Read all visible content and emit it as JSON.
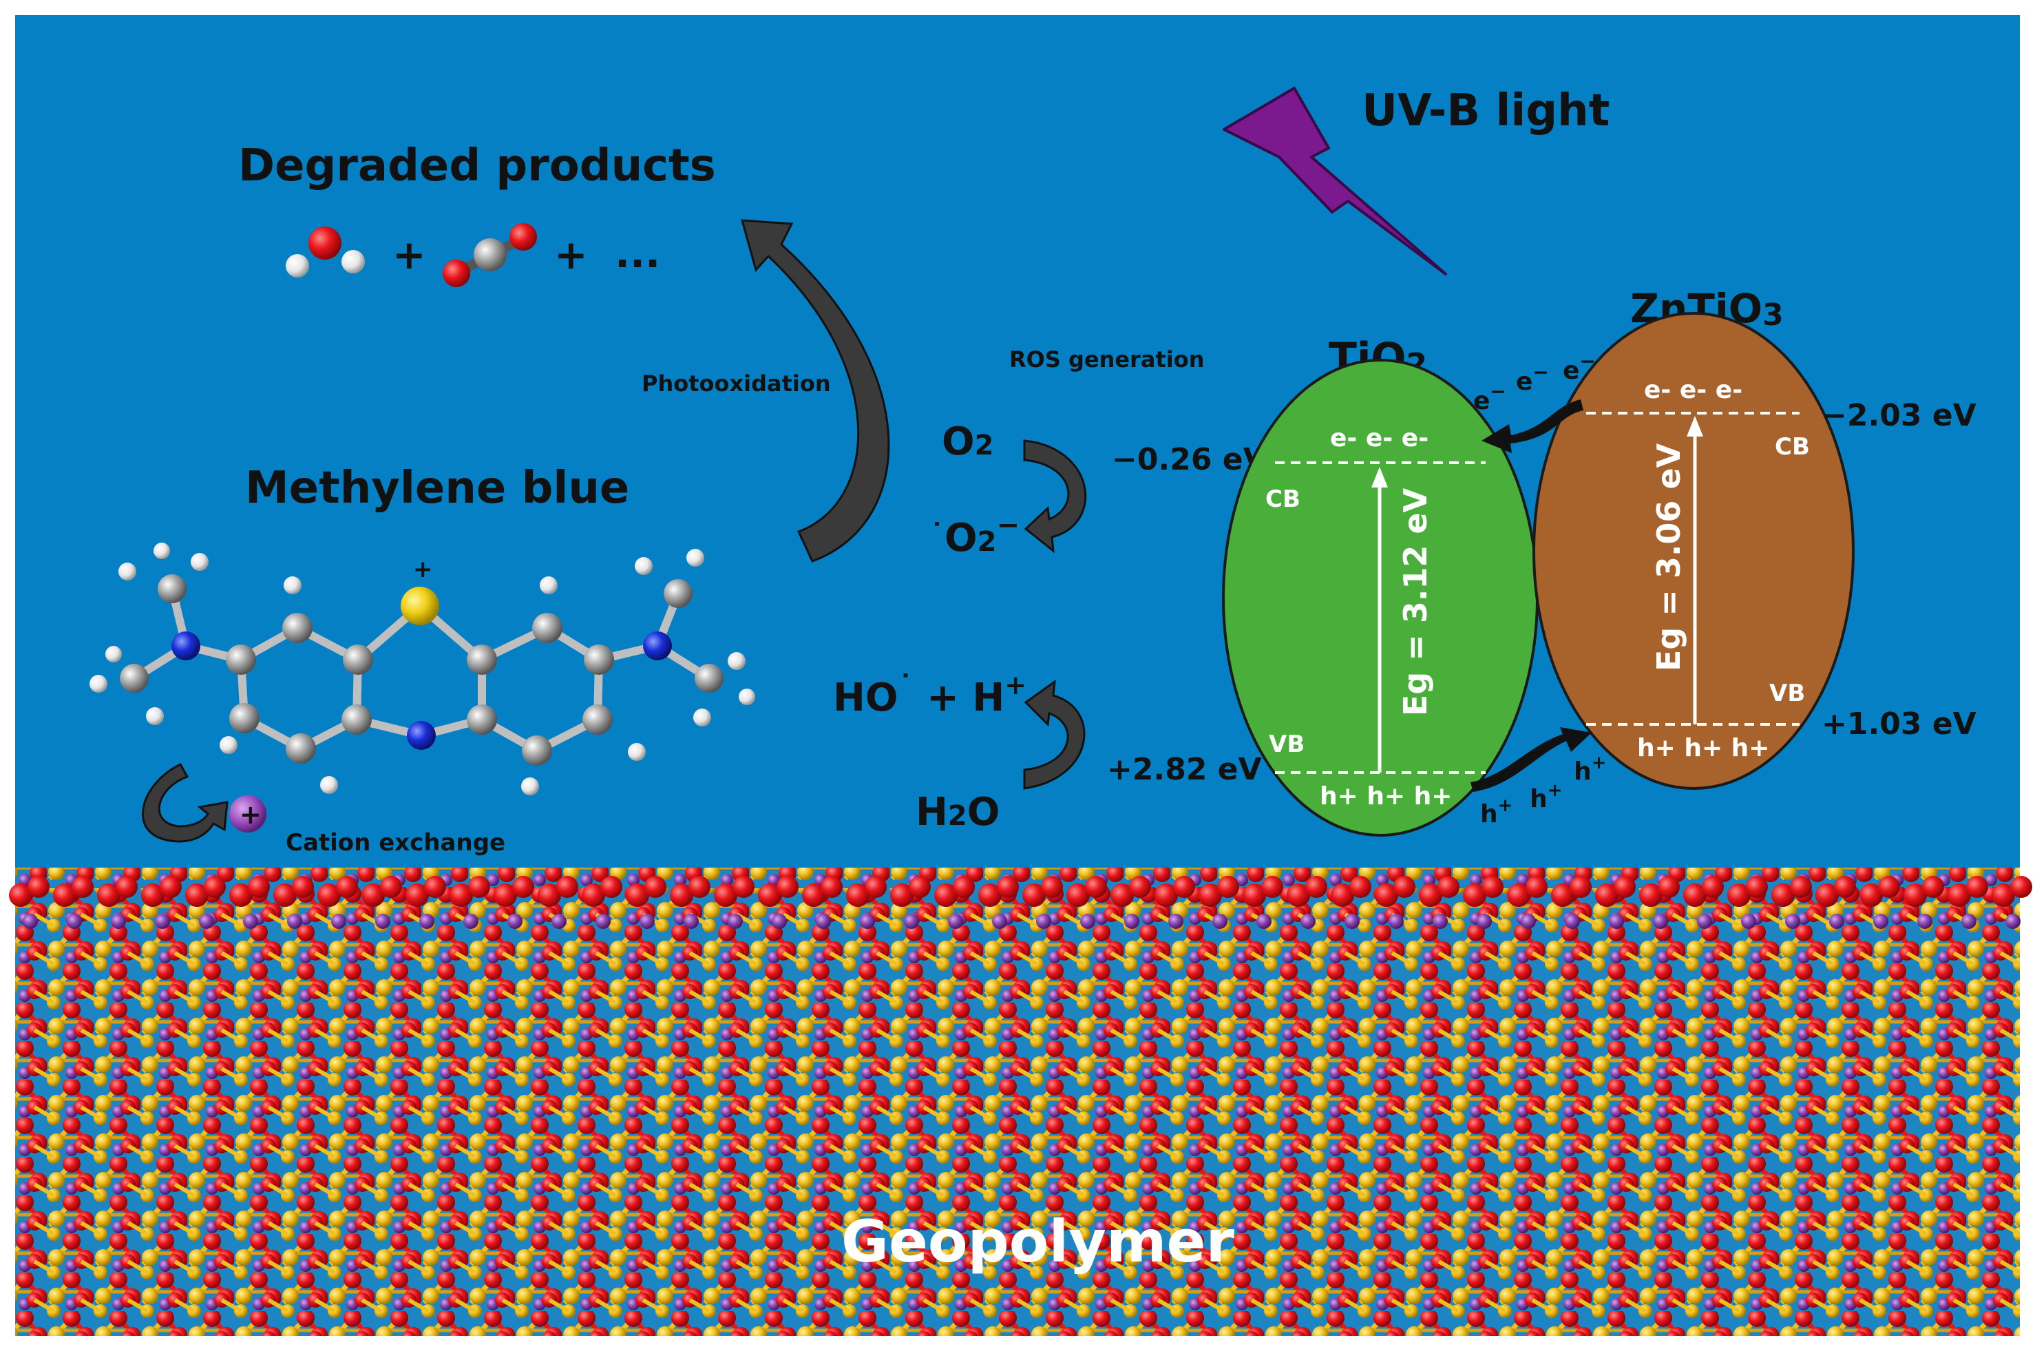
{
  "light": {
    "label": "UV-B light"
  },
  "degraded": {
    "title": "Degraded products",
    "plus1": "+",
    "plus2": "+",
    "ellipsis": "..."
  },
  "photooxidation": {
    "label": "Photooxidation"
  },
  "methylene_blue": {
    "title": "Methylene blue",
    "charge": "+"
  },
  "cation_exchange": {
    "label": "Cation exchange",
    "ion": "+"
  },
  "ros": {
    "label": "ROS generation",
    "o2_main": "O",
    "o2_sub": "2",
    "superoxide_dot": "˙",
    "superoxide_main": "O",
    "superoxide_sub": "2",
    "superoxide_sup": "−",
    "cb_potential": "−0.26 eV",
    "hydroxyl_main": "HO",
    "hydroxyl_dot": "˙",
    "hydroxyl_rest": " + H",
    "hydroxyl_sup": "+",
    "water_main1": "H",
    "water_sub": "2",
    "water_main2": "O",
    "vb_potential": "+2.82 eV"
  },
  "tio2": {
    "name_main": "TiO",
    "name_sub": "2",
    "cb_electrons": "e- e- e-",
    "cb_label": "CB",
    "vb_label": "VB",
    "vb_holes": "h+ h+ h+",
    "band_gap": "Eg = 3.12 eV",
    "color": "#4aae3b"
  },
  "zntio3": {
    "name_main": "ZnTiO",
    "name_sub": "3",
    "cb_electrons": "e- e- e-",
    "cb_label": "CB",
    "vb_label": "VB",
    "vb_holes": "h+ h+ h+",
    "band_gap": "Eg = 3.06 eV",
    "cb_potential": "−2.03 eV",
    "vb_potential": "+1.03 eV",
    "color": "#a8622c"
  },
  "transfer": {
    "electron": "e",
    "electron_sup": "−",
    "hole": "h",
    "hole_sup": "+"
  },
  "substrate": {
    "label": "Geopolymer"
  },
  "colors": {
    "background": "#0580c4",
    "lightning": "#7b1a8f",
    "oxygen": "#e8161b",
    "silicon": "#f0c020",
    "sodium": "#8a48b0",
    "nitrogen": "#1a2ed8",
    "sulfur": "#f0cf17"
  }
}
